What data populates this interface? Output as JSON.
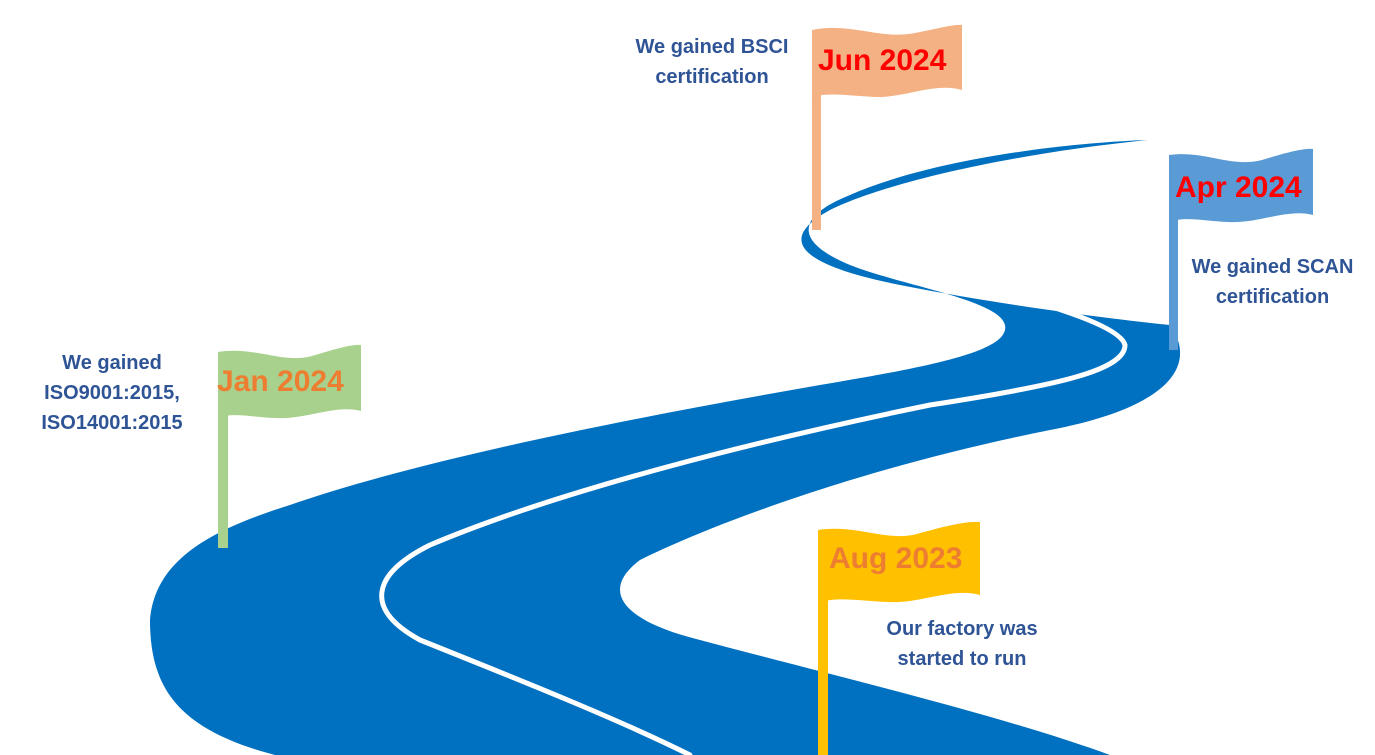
{
  "colors": {
    "road": "#0070c0",
    "road_line": "#ffffff",
    "description_text": "#2f5496"
  },
  "milestones": [
    {
      "date": "Aug 2023",
      "description_lines": [
        "Our factory was",
        "started to run"
      ],
      "flag_color": "#ffc000",
      "date_color": "#ed7d31"
    },
    {
      "date": "Jan 2024",
      "description_lines": [
        "We gained",
        "ISO9001:2015,",
        "ISO14001:2015"
      ],
      "flag_color": "#a9d18e",
      "date_color": "#ed7d31"
    },
    {
      "date": "Apr 2024",
      "description_lines": [
        "We gained SCAN",
        "certification"
      ],
      "flag_color": "#5b9bd5",
      "date_color": "#ff0000"
    },
    {
      "date": "Jun 2024",
      "description_lines": [
        "We gained BSCI",
        "certification"
      ],
      "flag_color": "#f4b183",
      "date_color": "#ff0000"
    }
  ]
}
